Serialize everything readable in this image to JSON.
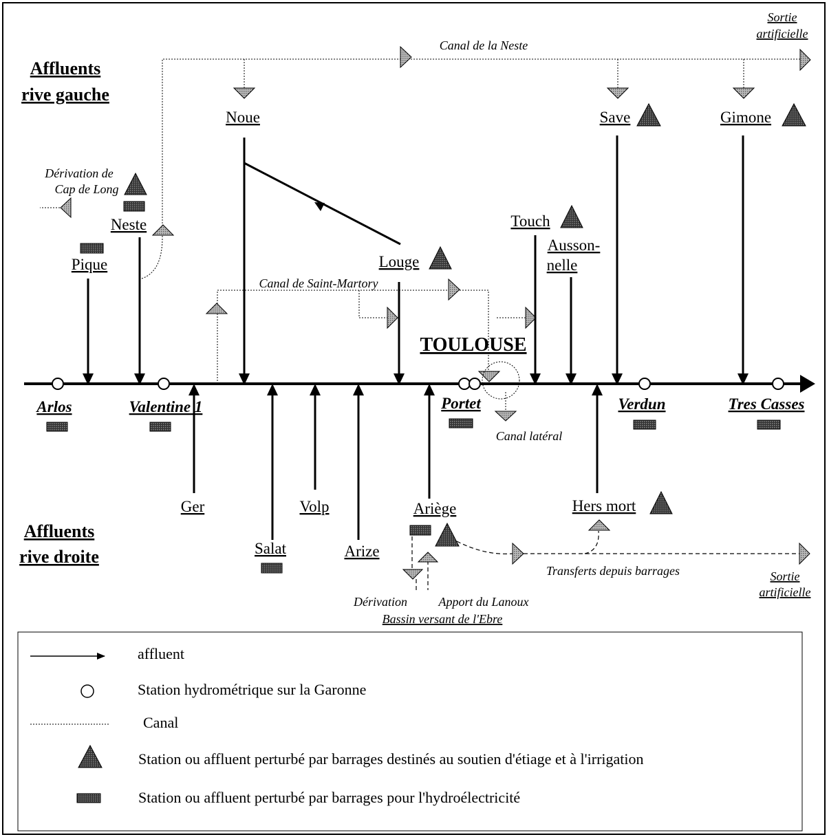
{
  "sides": {
    "left_bank": [
      "Affluents",
      "rive gauche"
    ],
    "right_bank": [
      "Affluents",
      "rive droite"
    ]
  },
  "city": "TOULOUSE",
  "stations": {
    "arlos": "Arlos",
    "valentine": "Valentine 1",
    "portet": "Portet",
    "verdun": "Verdun",
    "tres_casses": "Tres Casses"
  },
  "left_tributaries": {
    "pique": "Pique",
    "neste": "Neste",
    "noue": "Noue",
    "louge": "Louge",
    "touch": "Touch",
    "aussonnelle": [
      "Ausson-",
      "nelle"
    ],
    "save": "Save",
    "gimone": "Gimone"
  },
  "right_tributaries": {
    "ger": "Ger",
    "salat": "Salat",
    "volp": "Volp",
    "arize": "Arize",
    "ariege": "Ariège",
    "hers_mort": "Hers mort"
  },
  "canals": {
    "neste": "Canal de la Neste",
    "saint_martory": "Canal de Saint-Martory",
    "lateral": "Canal latéral",
    "sortie_top": [
      "Sortie",
      "artificielle"
    ],
    "sortie_bottom": [
      "Sortie",
      "artificielle"
    ],
    "cap_de_long": [
      "Dérivation de",
      "Cap de Long"
    ],
    "transferts": "Transferts depuis barrages",
    "derivation": "Dérivation",
    "apport_lanoux": "Apport du Lanoux",
    "bassin_ebre": "Bassin versant de l'Ebre"
  },
  "legend": {
    "affluent": "affluent",
    "station": "Station hydrométrique sur la Garonne",
    "canal": "Canal",
    "irrigation": "Station ou affluent perturbé par barrages destinés au soutien d'étiage et à l'irrigation",
    "hydro": "Station ou affluent perturbé par barrages pour l'hydroélectricité"
  }
}
